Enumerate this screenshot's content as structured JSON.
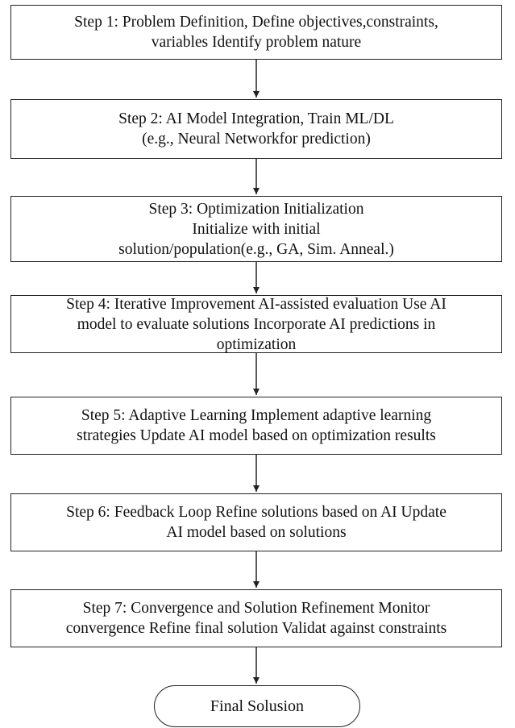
{
  "steps": [
    {
      "text": "Step 1: Problem Definition, Define objectives,constraints,\nvariables  Identify problem nature"
    },
    {
      "text": "Step 2: AI Model  Integration,  Train ML/DL\n(e.g., Neural Networkfor prediction)"
    },
    {
      "text": "Step 3: Optimization  Initialization\nInitialize with initial\nsolution/population(e.g., GA, Sim. Anneal.)"
    },
    {
      "text": "Step 4: Iterative   Improvement AI-assisted evaluation Use AI\nmodel to evaluate solutions   Incorporate AI    predictions in\noptimization"
    },
    {
      "text": "Step 5: Adaptive Learning Implement adaptive learning\nstrategies Update AI model based  on optimization results"
    },
    {
      "text": "Step 6: Feedback Loop Refine solutions  based on AI  Update\nAI model based on solutions"
    },
    {
      "text": "Step 7: Convergence  and Solution Refinement Monitor\nconvergence  Refine final solution Validat against constraints"
    }
  ],
  "terminal": {
    "text": "Final Solusion"
  }
}
